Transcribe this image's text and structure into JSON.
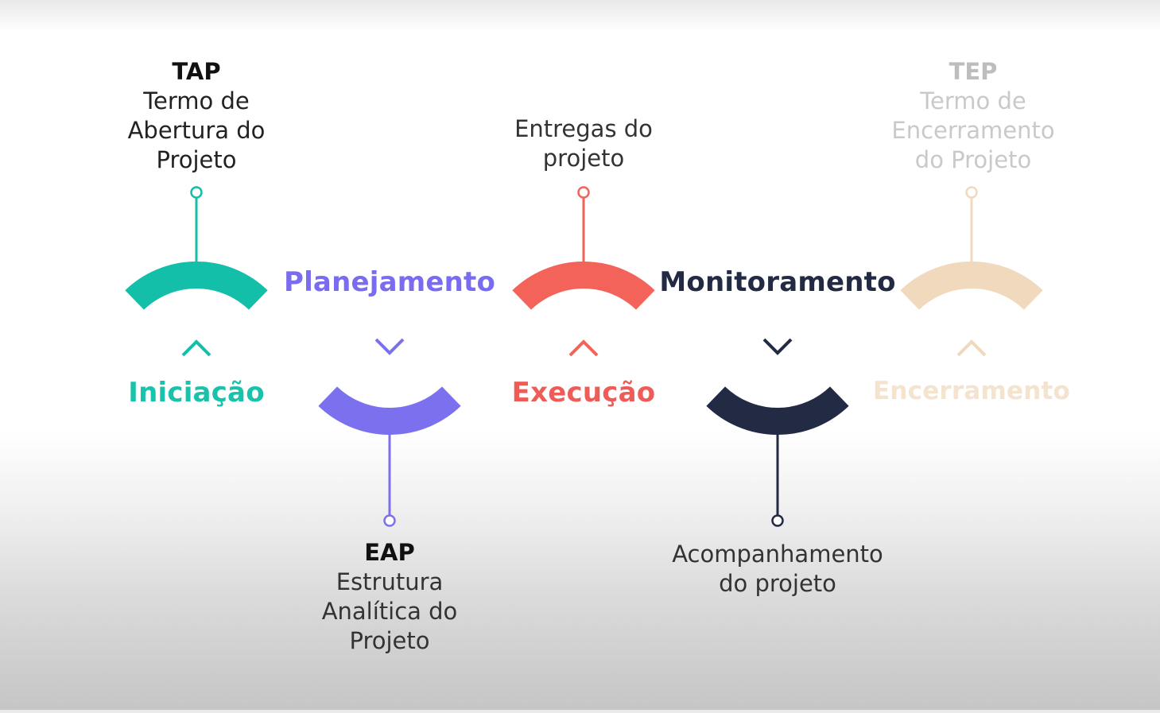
{
  "stages": [
    {
      "id": "iniciacao",
      "label": "Iniciação",
      "color": "#13bfa9",
      "label_color": "#19c2aa",
      "orientation": "up",
      "note": {
        "abbr": "TAP",
        "lines": [
          "Termo de",
          "Abertura do",
          "Projeto"
        ],
        "color": "#222222",
        "abbr_color": "#111111"
      }
    },
    {
      "id": "planejamento",
      "label": "Planejamento",
      "color": "#7b71ee",
      "label_color": "#7a6cf0",
      "orientation": "down",
      "note": {
        "abbr": "EAP",
        "lines": [
          "Estrutura",
          "Analítica do",
          "Projeto"
        ],
        "color": "#333333",
        "abbr_color": "#111111"
      }
    },
    {
      "id": "execucao",
      "label": "Execução",
      "color": "#f4635a",
      "label_color": "#ee5c57",
      "orientation": "up",
      "note": {
        "abbr": "",
        "lines": [
          "Entregas do",
          "projeto"
        ],
        "color": "#333333",
        "abbr_color": "#111111"
      }
    },
    {
      "id": "monitoramento",
      "label": "Monitoramento",
      "color": "#232a44",
      "label_color": "#232a44",
      "orientation": "down",
      "note": {
        "abbr": "",
        "lines": [
          "Acompanhamento",
          "do projeto"
        ],
        "color": "#333333",
        "abbr_color": "#111111"
      }
    },
    {
      "id": "encerramento",
      "label": "Encerramento",
      "color": "#f0d9bd",
      "label_color": "#f3e3cf",
      "orientation": "up",
      "note": {
        "abbr": "TEP",
        "lines": [
          "Termo de",
          "Encerramento",
          "do Projeto"
        ],
        "color": "#c9c9c9",
        "abbr_color": "#bdbdbd"
      }
    }
  ]
}
